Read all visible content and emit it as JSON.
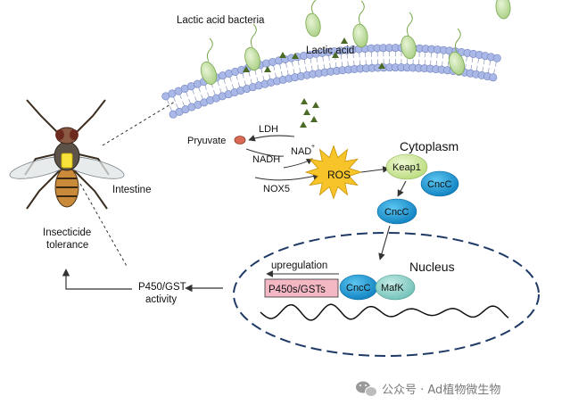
{
  "labels": {
    "bacteria": "Lactic acid bacteria",
    "lactic_acid": "Lactic acid",
    "cytoplasm": "Cytoplasm",
    "ldh": "LDH",
    "pyruvate": "Pryuvate",
    "nadh": "NADH",
    "nad": "NAD",
    "nad_charge": "+",
    "nox5": "NOX5",
    "ros": "ROS",
    "keap1": "Keap1",
    "cncc_cytoplasm": "CncC",
    "cncc_free": "CncC",
    "cncc_nucleus": "CncC",
    "mafk": "MafK",
    "nucleus": "Nucleus",
    "upregulation": "upregulation",
    "p450s_gsts": "P450s/GSTs",
    "p450_gst_activity_line1": "P450/GST",
    "p450_gst_activity_line2": "activity",
    "insecticide_line1": "Insecticide",
    "insecticide_line2": "tolerance",
    "intestine": "Intestine"
  },
  "watermark": {
    "text": "公众号 · Ad植物微生物",
    "icon": "wechat-icon"
  },
  "colors": {
    "membrane_head": "#a9b8e6",
    "bacteria_fill": "#c9e2a6",
    "lactic_acid_triangle": "#4a6a25",
    "pyruvate_fill": "#d96a55",
    "ros_burst": "#f7c52a",
    "keap1_fill": "#cde79a",
    "cncc_fill": "#1a9fd8",
    "mafk_fill": "#8fd0c8",
    "p450_box_fill": "#f3b8c4",
    "nucleus_border": "#1f3a66"
  }
}
